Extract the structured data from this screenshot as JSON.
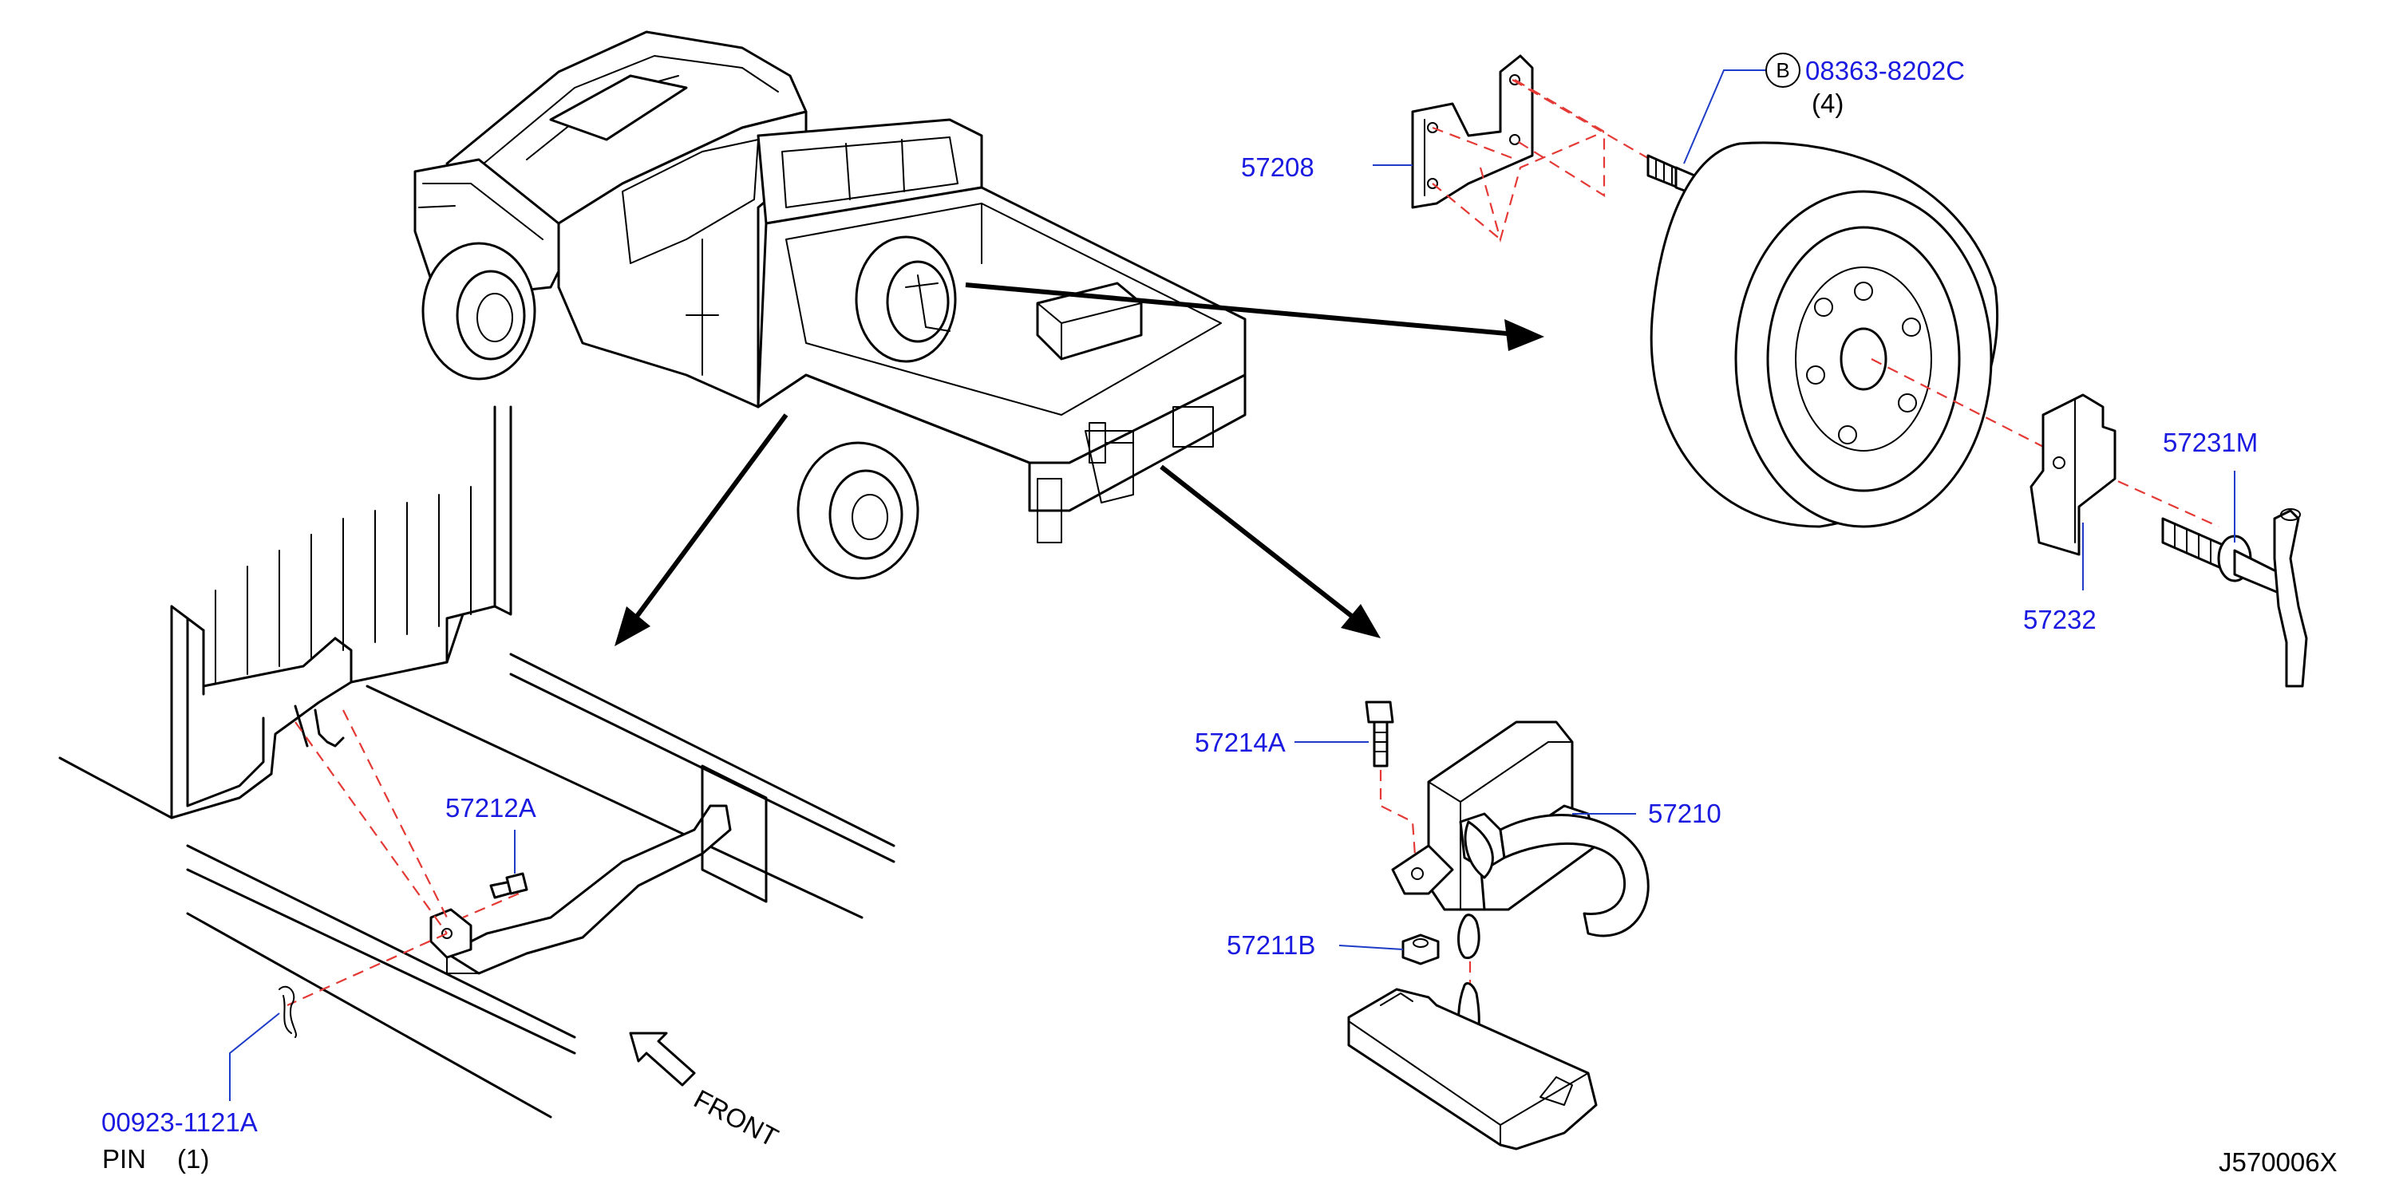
{
  "labels": {
    "p57208": "57208",
    "p08363": "08363-8202C",
    "p08363_qty": "(4)",
    "b_mark": "B",
    "p57231m": "57231M",
    "p57232": "57232",
    "p57214a": "57214A",
    "p57210": "57210",
    "p57211b": "57211B",
    "p57212a": "57212A",
    "p00923": "00923-1121A",
    "pin": "PIN",
    "pin_qty": "(1)",
    "front": "FRONT",
    "drawing_id": "J570006X"
  },
  "colors": {
    "part_number": "#1a1ae0",
    "leader_line": "#1e3cc8",
    "dashed_guide": "#e53935",
    "line_art": "#000000"
  },
  "icons": {
    "front_direction": "hollow-arrow-icon",
    "reference_mark": "circled-letter-icon"
  }
}
